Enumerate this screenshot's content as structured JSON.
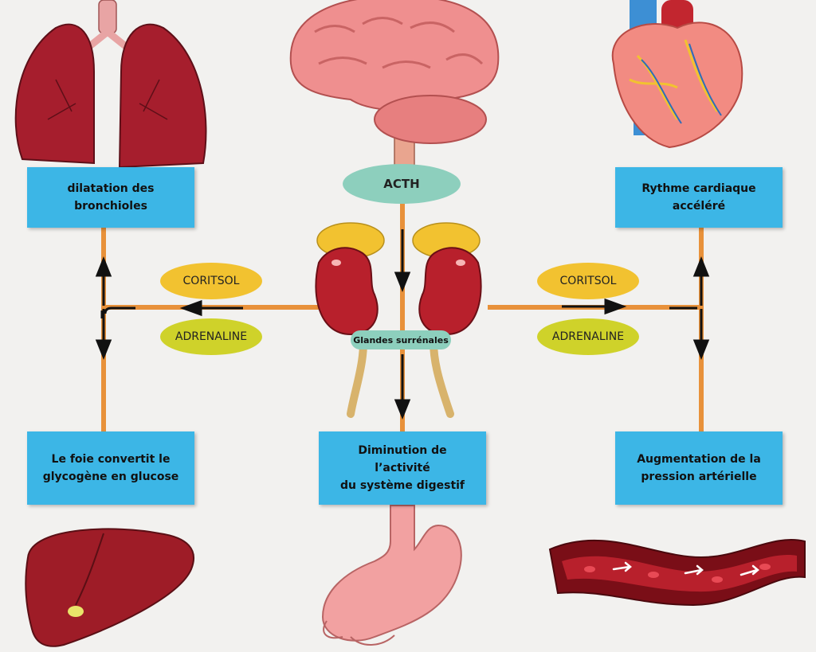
{
  "colors": {
    "connector": "#e8913a",
    "arrow": "#111111",
    "box": "#3cb6e6",
    "cortisol": "#f2c230",
    "adrenaline": "#cfd22a",
    "acth": "#8dcfbd",
    "background": "#f2f1ef"
  },
  "hormones": {
    "acth": "ACTH",
    "cortisol_left": "CORITSOL",
    "adrenaline_left": "ADRENALINE",
    "cortisol_right": "CORITSOL",
    "adrenaline_right": "ADRENALINE"
  },
  "glands_label": "Glandes surrénales",
  "effects": {
    "lungs": "dilatation des\nbronchioles",
    "heart": "Rythme cardiaque\naccéléré",
    "liver": "Le foie convertit le\nglycogène en glucose",
    "digestive": "Diminution de l’activité\ndu système digestif",
    "blood_pressure": "Augmentation de la\npression artérielle"
  },
  "icons": [
    "lungs-icon",
    "brain-icon",
    "heart-icon",
    "adrenal-glands-icon",
    "liver-icon",
    "stomach-icon",
    "blood-vessel-icon"
  ]
}
